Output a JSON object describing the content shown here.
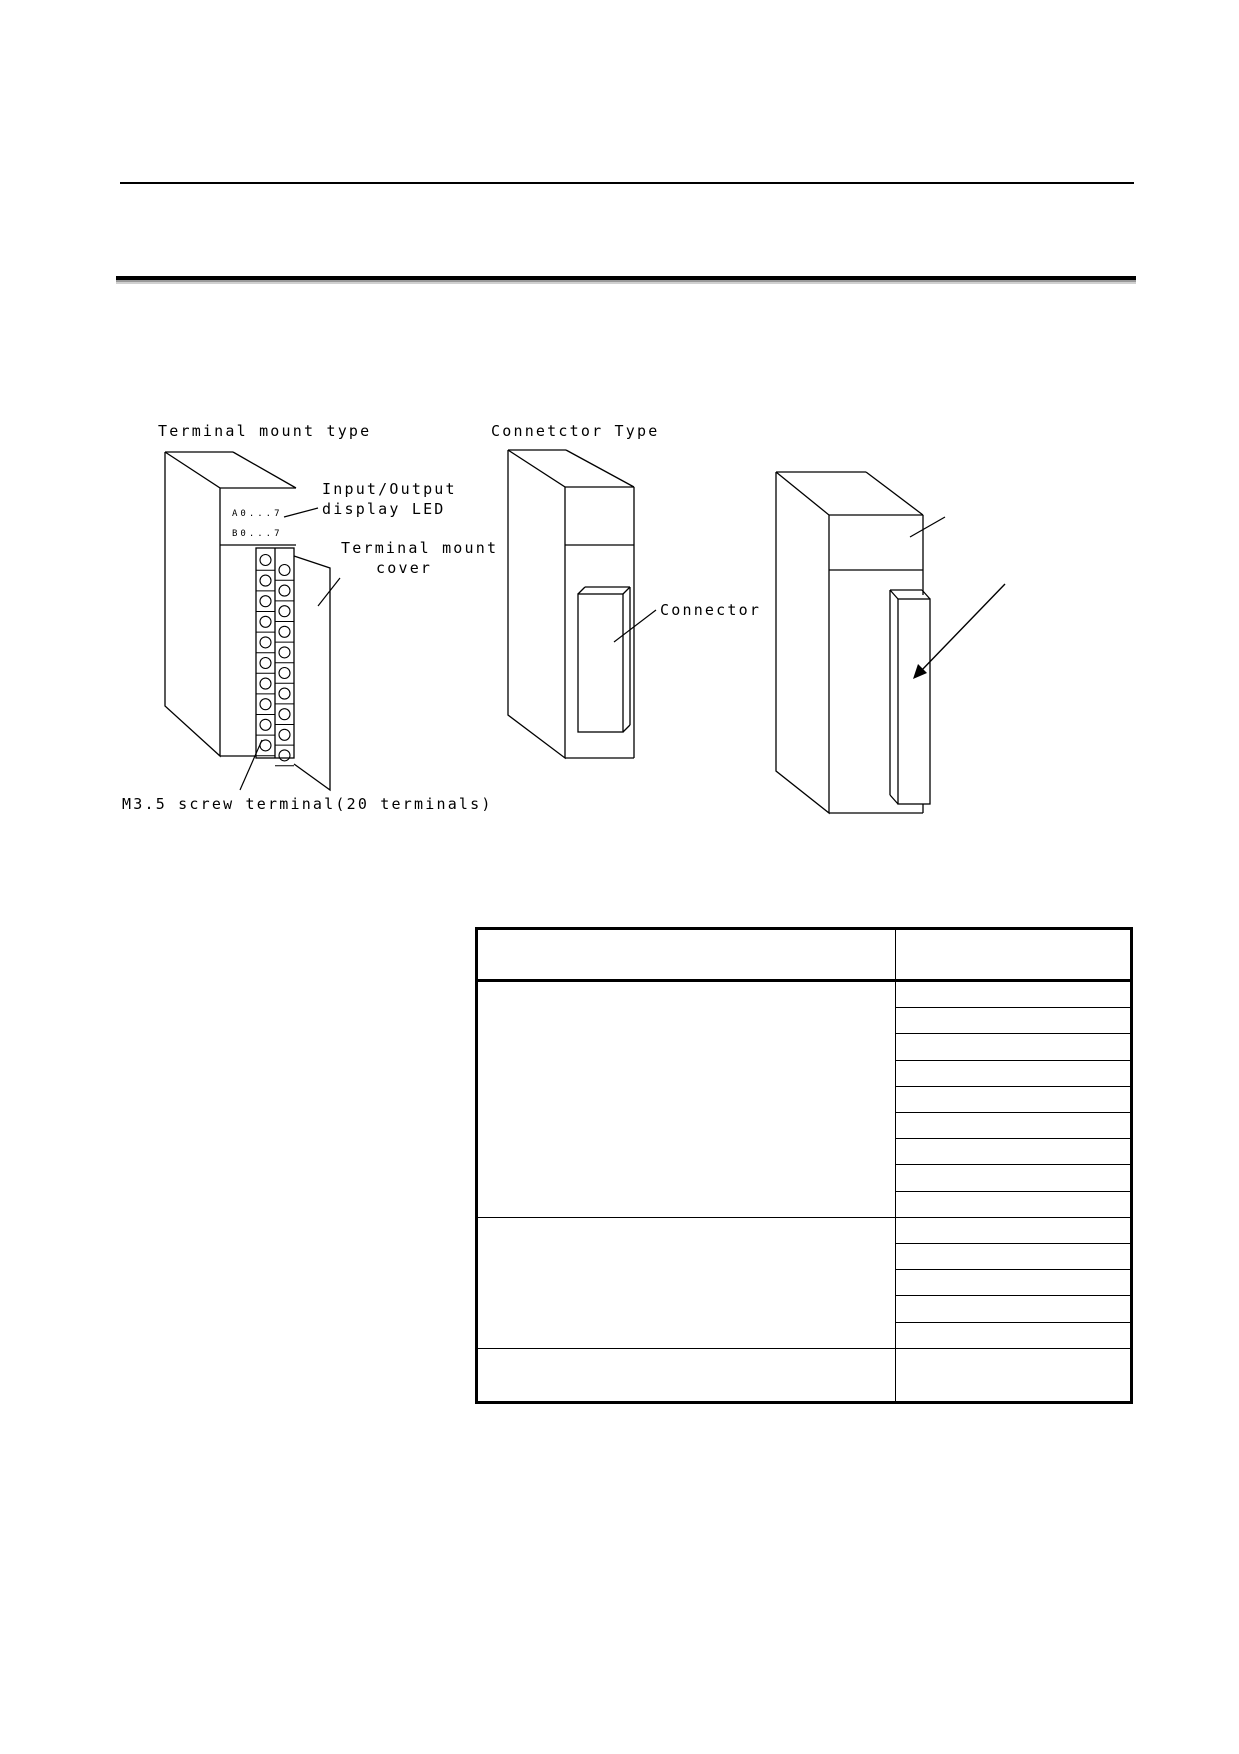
{
  "figure": {
    "terminal_type_title": "Terminal mount type",
    "connector_type_title": "Connetctor Type",
    "led_label_a": "A0...7",
    "led_label_b": "B0...7",
    "io_led_label_line1": "Input/Output",
    "io_led_label_line2": "display LED",
    "terminal_cover_line1": "Terminal mount",
    "terminal_cover_line2": "cover",
    "screw_terminal_label": "M3.5 screw terminal(20 terminals)",
    "connector_label": "Connector"
  },
  "table": {
    "header": [
      "",
      ""
    ],
    "groups": [
      {
        "label": "",
        "rows": [
          "",
          "",
          "",
          "",
          "",
          "",
          "",
          "",
          ""
        ]
      },
      {
        "label": "",
        "rows": [
          "",
          "",
          "",
          "",
          ""
        ]
      },
      {
        "label": "",
        "rows": [
          ""
        ]
      }
    ]
  }
}
